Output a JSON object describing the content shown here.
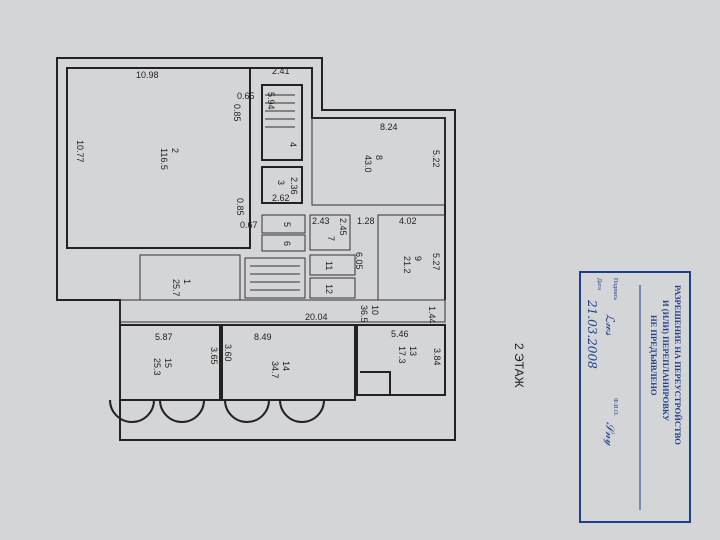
{
  "plan": {
    "floor_label": "2 ЭТАЖ",
    "rooms": [
      {
        "number": "1",
        "area": "25.7"
      },
      {
        "number": "2",
        "area": "116.5"
      },
      {
        "number": "3"
      },
      {
        "number": "4"
      },
      {
        "number": "5"
      },
      {
        "number": "6"
      },
      {
        "number": "7"
      },
      {
        "number": "8",
        "area": "43.0"
      },
      {
        "number": "9",
        "area": "21.2"
      },
      {
        "number": "10",
        "area": "36.5"
      },
      {
        "number": "11"
      },
      {
        "number": "12"
      },
      {
        "number": "13",
        "area": "17.3"
      },
      {
        "number": "14",
        "area": "34.7"
      },
      {
        "number": "15",
        "area": "25.3"
      }
    ],
    "dimensions": [
      "10.98",
      "2.41",
      "0.65",
      "0.85",
      "10.77",
      "5.94",
      "8.24",
      "5.22",
      "2.36",
      "2.62",
      "0.85",
      "0.67",
      "2.43",
      "2.45",
      "1.28",
      "4.02",
      "6.05",
      "5.27",
      "20.04",
      "1.44",
      "5.87",
      "8.49",
      "5.46",
      "3.60",
      "3.65",
      "3.84"
    ]
  },
  "stamp": {
    "line1": "РАЗРЕШЕНИЕ НА ПЕРЕУСТРОЙСТВО",
    "line2": "И (ИЛИ) ПЕРЕПЛАНИРОВКУ",
    "line3": "НЕ ПРЕДЪЯВЛЕНО",
    "signature_label": "Подпись",
    "date_label": "Дата",
    "date": "21.03.2008",
    "name_label": "Ф.И.О.",
    "color": "#1d3f8e"
  }
}
